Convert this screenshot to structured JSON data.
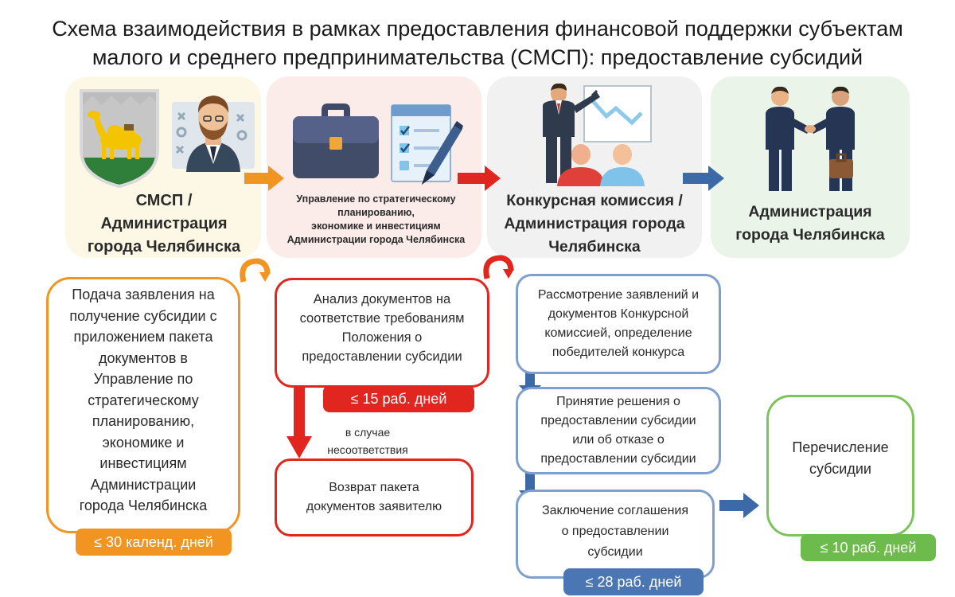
{
  "title": {
    "line1": "Схема взаимодействия в рамках предоставления финансовой поддержки субъектам",
    "line2": "малого и среднего предпринимательства (СМСП): предоставление субсидий"
  },
  "actors": {
    "a1": {
      "line1": "СМСП /",
      "line2": "Администрация",
      "line3": "города Челябинска"
    },
    "a2": {
      "line1": "Управление по стратегическому",
      "line2": "планированию,",
      "line3": "экономике и инвестициям",
      "line4": "Администрации города Челябинска"
    },
    "a3": {
      "line1": "Конкурсная комиссия /",
      "line2": "Администрация города",
      "line3": "Челябинска"
    },
    "a4": {
      "line1": "Администрация",
      "line2": "города Челябинска"
    }
  },
  "steps": {
    "b1": {
      "lines": [
        "Подача заявления на",
        "получение субсидии с",
        "приложением пакета",
        "документов в",
        "Управление по",
        "стратегическому",
        "планированию,",
        "экономике и",
        "инвестициям",
        "Администрации",
        "города Челябинска"
      ]
    },
    "b2": {
      "lines": [
        "Анализ документов на",
        "соответствие требованиям",
        "Положения о",
        "предоставлении субсидии"
      ]
    },
    "b3": {
      "lines": [
        "Возврат пакета",
        "документов заявителю"
      ]
    },
    "b4": {
      "lines": [
        "Рассмотрение заявлений и",
        "документов Конкурсной",
        "комиссией, определение",
        "победителей конкурса"
      ]
    },
    "b5": {
      "lines": [
        "Принятие решения о",
        "предоставлении субсидии",
        "или об отказе о",
        "предоставлении субсидии"
      ]
    },
    "b6": {
      "lines": [
        "Заключение соглашения",
        "о предоставлении",
        "субсидии"
      ]
    },
    "b7": {
      "lines": [
        "Перечисление",
        "субсидии"
      ]
    }
  },
  "deadlines": {
    "d1": "≤ 30 календ. дней",
    "d2": "≤ 15 раб. дней",
    "d3": "≤ 28 раб. дней",
    "d4": "≤ 10 раб. дней"
  },
  "note": {
    "line1": "в случае",
    "line2": "несоответствия"
  },
  "colors": {
    "orange": "#f29422",
    "red": "#e0261f",
    "blue": "#4a76b4",
    "green": "#6dbb4c",
    "box_blue_border": "#7f9fce"
  },
  "icons": [
    "chelyabinsk-coat-of-arms-icon",
    "businessman-icon",
    "briefcase-icon",
    "checklist-pen-icon",
    "presentation-committee-icon",
    "handshake-icon"
  ]
}
